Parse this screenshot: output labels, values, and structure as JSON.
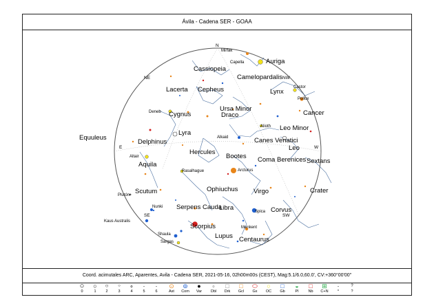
{
  "title": "Ávila - Cadena SER - GOAA",
  "coord_text": "Coord. acimutales ARC, Aparentes, Avila - Cadena SER, 2021-05-16, 02h00m00s (CEST), Mag:5.1/6.0,60.0', CV:+360°00'00\"",
  "directions": {
    "n": "N",
    "ne": "NE",
    "nw": "NW",
    "e": "E",
    "w": "W",
    "se": "SE",
    "sw": "SW"
  },
  "constellations": {
    "cassiopeia": "Cassiopeia",
    "auriga": "Auriga",
    "camelopardalis": "Camelopardalis",
    "lacerta": "Lacerta",
    "cepheus": "Cepheus",
    "lynx": "Lynx",
    "ursa_minor": "Ursa Minor",
    "cancer": "Cancer",
    "cygnus": "Cygnus",
    "draco": "Draco",
    "leo_minor": "Leo Minor",
    "equuleus": "Equuleus",
    "lyra": "Lyra",
    "canes_venatici": "Canes Venatici",
    "delphinus": "Delphinus",
    "leo": "Leo",
    "hercules": "Hercules",
    "bootes": "Bootes",
    "sextans": "Sextans",
    "aquila": "Aquila",
    "coma_berenices": "Coma Berenices",
    "ophiuchus": "Ophiuchus",
    "virgo": "Virgo",
    "crater": "Crater",
    "scutum": "Scutum",
    "corvus": "Corvus",
    "serpens_cauda": "Serpens Cauda",
    "libra": "Libra",
    "scorpius": "Scorpius",
    "lupus": "Lupus",
    "centaurus": "Centaurus"
  },
  "stars": {
    "mirfak": "Mirfak",
    "capella": "Capella",
    "castor": "Castor",
    "pollux": "Pollux",
    "deneb": "Deneb",
    "alioth": "Alioth",
    "alkaid": "Alkaid",
    "altair": "Altair",
    "rasalhague": "Rasalhague",
    "arcturus": "Arcturus",
    "pluton": "Plutón",
    "nunki": "Nunki",
    "spica": "Spica",
    "kaus_australis": "Kaus Australis",
    "menkent": "Menkent",
    "shaula": "Shaula",
    "sargas": "Sargas"
  },
  "legend": [
    {
      "symbol": "○",
      "label": "0"
    },
    {
      "symbol": "○",
      "label": "1"
    },
    {
      "symbol": "○",
      "label": "2"
    },
    {
      "symbol": "○",
      "label": "3"
    },
    {
      "symbol": "∘",
      "label": "4"
    },
    {
      "symbol": "·",
      "label": "5"
    },
    {
      "symbol": "·",
      "label": "6"
    },
    {
      "symbol": "⊙",
      "label": "Ast"
    },
    {
      "symbol": "⊚",
      "label": "Com"
    },
    {
      "symbol": "●",
      "label": "Var"
    },
    {
      "symbol": "∘",
      "label": "Dbl"
    },
    {
      "symbol": "□",
      "label": "Drk"
    },
    {
      "symbol": "□",
      "label": "Gcl"
    },
    {
      "symbol": "⬭",
      "label": "Gx"
    },
    {
      "symbol": "○",
      "label": "OC"
    },
    {
      "symbol": "□",
      "label": "Gb"
    },
    {
      "symbol": "◒",
      "label": "Pl"
    },
    {
      "symbol": "□",
      "label": "Nb"
    },
    {
      "symbol": "⊞",
      "label": "C+N"
    },
    {
      "symbol": "·",
      "label": "*"
    },
    {
      "symbol": "?",
      "label": "?"
    }
  ],
  "colors": {
    "orange": "#e8851a",
    "blue": "#1f5fcf",
    "red": "#d21e1e",
    "yellow": "#f2e21a",
    "frame": "#222222"
  }
}
